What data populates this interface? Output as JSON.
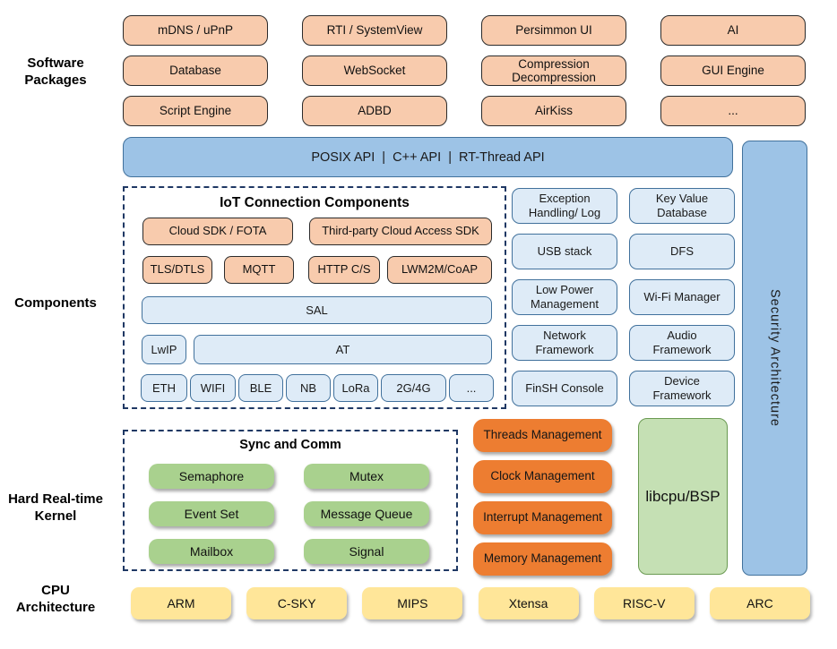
{
  "side_labels": {
    "software": "Software Packages",
    "components": "Components",
    "kernel": "Hard Real-time Kernel",
    "cpu": "CPU Architecture"
  },
  "packages": {
    "rows": [
      [
        "mDNS / uPnP",
        "RTI / SystemView",
        "Persimmon UI",
        "AI"
      ],
      [
        "Database",
        "WebSocket",
        "Compression Decompression",
        "GUI Engine"
      ],
      [
        "Script Engine",
        "ADBD",
        "AirKiss",
        "..."
      ]
    ]
  },
  "api_bar": {
    "label": "POSIX API  |  C++ API  |  RT-Thread API"
  },
  "security_bar": {
    "label": "Security Architecture"
  },
  "iot": {
    "title": "IoT Connection Components",
    "cloud_row": [
      "Cloud SDK / FOTA",
      "Third-party Cloud Access SDK"
    ],
    "protocol_row": [
      "TLS/DTLS",
      "MQTT",
      "HTTP C/S",
      "LWM2M/CoAP"
    ],
    "sal": "SAL",
    "lwip": "LwIP",
    "at": "AT",
    "links": [
      "ETH",
      "WIFI",
      "BLE",
      "NB",
      "LoRa",
      "2G/4G",
      "..."
    ]
  },
  "components_grid": {
    "rows": [
      [
        "Exception Handling/ Log",
        "Key Value Database"
      ],
      [
        "USB stack",
        "DFS"
      ],
      [
        "Low Power Management",
        "Wi-Fi Manager"
      ],
      [
        "Network Framework",
        "Audio Framework"
      ],
      [
        "FinSH Console",
        "Device Framework"
      ]
    ]
  },
  "kernel": {
    "sync_title": "Sync and Comm",
    "sync_rows": [
      [
        "Semaphore",
        "Mutex"
      ],
      [
        "Event Set",
        "Message Queue"
      ],
      [
        "Mailbox",
        "Signal"
      ]
    ],
    "management": [
      "Threads Management",
      "Clock Management",
      "Interrupt Management",
      "Memory Management"
    ],
    "libcpu": "libcpu/BSP"
  },
  "cpu_row": [
    "ARM",
    "C-SKY",
    "MIPS",
    "Xtensa",
    "RISC-V",
    "ARC"
  ],
  "colors": {
    "package_fill": "#F8CBAD",
    "api_fill": "#9DC3E6",
    "component_fill": "#DEEBF7",
    "border_blue": "#41719C",
    "dash_navy": "#1F3864",
    "sync_green": "#A9D18E",
    "libcpu_green": "#C5E0B4",
    "management_orange": "#ED7D31",
    "cpu_yellow": "#FFE699"
  }
}
